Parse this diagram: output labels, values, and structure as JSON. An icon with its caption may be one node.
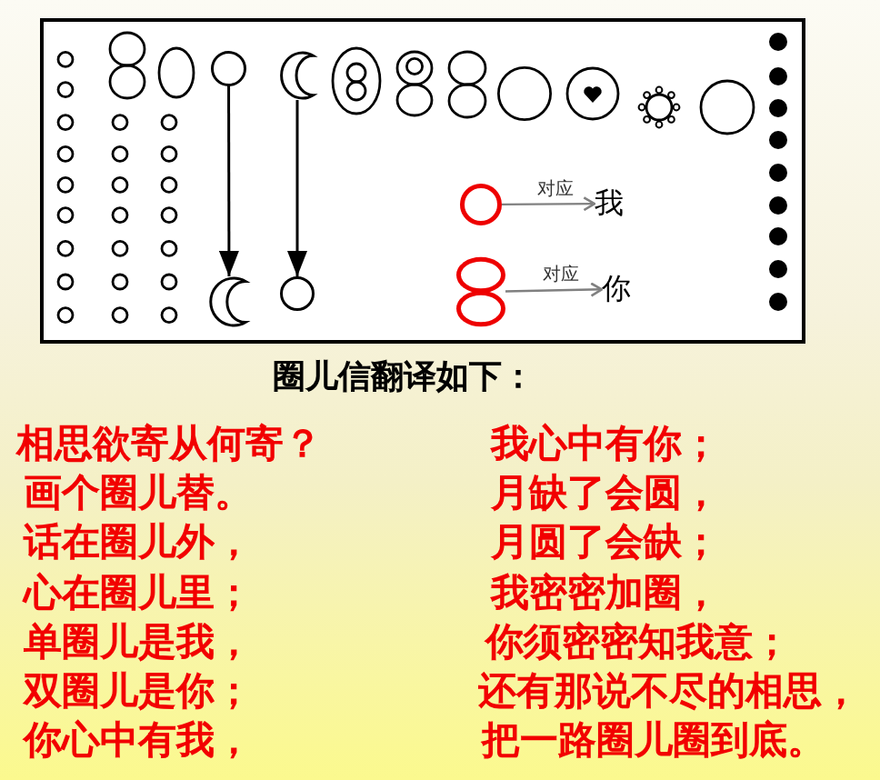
{
  "diagram": {
    "nodes": [
      {
        "text": [],
        "shape": "box"
      },
      {
        "text": [],
        "shape": "circle",
        "in": 0
      },
      {
        "text": [],
        "shape": "crescent",
        "in": 0
      },
      {
        "text": [],
        "shape": "crescent",
        "in": 0
      },
      {
        "text": [],
        "shape": "circle",
        "in": 0
      },
      {
        "text": [],
        "shape": "circle",
        "in": 0
      },
      {
        "text": [
          "我"
        ],
        "in": 0
      },
      {
        "text": [],
        "shape": "double-circle",
        "in": 0
      },
      {
        "text": [
          "你"
        ],
        "in": 0
      }
    ],
    "edges": [
      {
        "from": 1,
        "to": 2,
        "arrow": "to"
      },
      {
        "from": 3,
        "to": 4,
        "arrow": "to"
      },
      {
        "from": 5,
        "to": 6,
        "arrow": "to",
        "label": "对应",
        "color": "#808080"
      },
      {
        "from": 7,
        "to": 8,
        "arrow": "to",
        "label": "对应",
        "color": "#808080"
      }
    ],
    "labels": [
      "圈儿信翻译如下：",
      "相思欲寄从何寄？",
      "画个圈儿替。",
      "话在圈儿外，",
      "心在圈儿里；",
      "单圈儿是我，",
      "双圈儿是你；",
      "你心中有我，",
      "我心中有你；",
      "月缺了会圆，",
      "月圆了会缺；",
      "我密密加圈，",
      "你须密密知我意；",
      "还有那说不尽的相思，",
      "把一路圈儿圈到底。"
    ]
  }
}
